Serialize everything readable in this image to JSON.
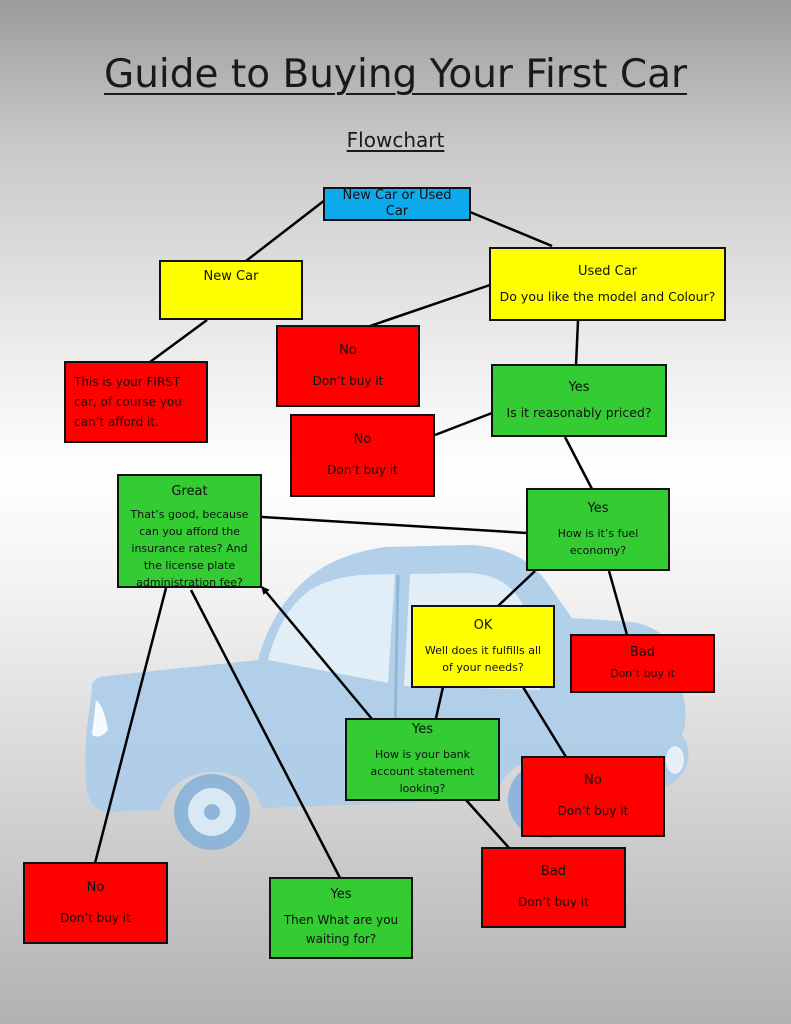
{
  "title": "Guide to Buying Your First Car",
  "subtitle": "Flowchart",
  "colors": {
    "start": "#0fa9ee",
    "question": "#ffff00",
    "stop": "#ff0000",
    "go": "#33cc33",
    "car": "#aecde8"
  },
  "nodes": {
    "start": {
      "text": "New Car or Used Car"
    },
    "new_car": {
      "text": "New Car"
    },
    "new_car_answer": {
      "text": "This is your FIRST car, of course you can’t afford it."
    },
    "used_car": {
      "head": "Used Car",
      "body": "Do you like the model and Colour?"
    },
    "model_no": {
      "head": "No",
      "body": "Don’t buy it"
    },
    "model_yes": {
      "head": "Yes",
      "body": "Is it reasonably priced?"
    },
    "price_no": {
      "head": "No",
      "body": "Don’t buy it"
    },
    "price_yes": {
      "head": "Yes",
      "body": "How is it’s fuel economy?"
    },
    "fuel_great": {
      "head": "Great",
      "body": "That’s good, because can you afford the insurance rates?  And the license plate administration fee?"
    },
    "fuel_ok": {
      "head": "OK",
      "body": "Well does it fulfills all of your needs?"
    },
    "fuel_bad": {
      "head": "Bad",
      "body": "Don’t buy it"
    },
    "needs_yes": {
      "head": "Yes",
      "body": "How is your bank account statement looking?"
    },
    "needs_no": {
      "head": "No",
      "body": "Don’t buy it"
    },
    "bank_bad": {
      "head": "Bad",
      "body": "Don’t buy it"
    },
    "insurance_no": {
      "head": "No",
      "body": "Don’t buy it"
    },
    "insurance_yes": {
      "head": "Yes",
      "body": "Then What are you waiting for?"
    }
  },
  "edges": [
    [
      "start",
      "new_car"
    ],
    [
      "start",
      "used_car"
    ],
    [
      "new_car",
      "new_car_answer"
    ],
    [
      "used_car",
      "model_no"
    ],
    [
      "used_car",
      "model_yes"
    ],
    [
      "model_yes",
      "price_no"
    ],
    [
      "model_yes",
      "price_yes"
    ],
    [
      "price_yes",
      "fuel_great"
    ],
    [
      "price_yes",
      "fuel_ok"
    ],
    [
      "price_yes",
      "fuel_bad"
    ],
    [
      "fuel_ok",
      "needs_yes"
    ],
    [
      "fuel_ok",
      "needs_no"
    ],
    [
      "needs_yes",
      "fuel_great"
    ],
    [
      "needs_yes",
      "bank_bad"
    ],
    [
      "fuel_great",
      "insurance_no"
    ],
    [
      "fuel_great",
      "insurance_yes"
    ]
  ]
}
